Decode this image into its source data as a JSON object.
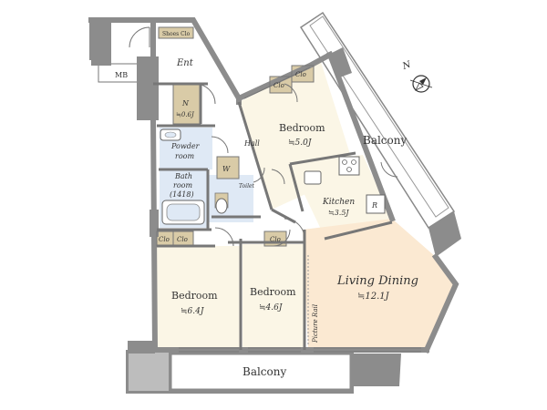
{
  "colors": {
    "wall": "#8c8c8c",
    "wall_outline": "#6f6f6f",
    "floor_room": "#fbf6e6",
    "floor_living": "#fbe9d2",
    "floor_wet": "#dfe9f5",
    "storage": "#d9cba7",
    "balcony_fill": "#ffffff",
    "line": "#666666"
  },
  "rooms": {
    "shoes_closet": "Shoes Clo",
    "entrance": "Ent",
    "meter_box": "MB",
    "storage_n": {
      "name": "N",
      "size": "≒0.6J"
    },
    "powder_room": [
      "Powder",
      "room"
    ],
    "bath_room": [
      "Bath",
      "room",
      "(1418)"
    ],
    "washer": "W",
    "toilet": "Toilet",
    "hall": "Hall",
    "closet": "Clo",
    "refrigerator": "R",
    "picture_rail": "Picture Rail",
    "bedroom_ne": {
      "name": "Bedroom",
      "size": "≒5.0J"
    },
    "kitchen": {
      "name": "Kitchen",
      "size": "≒3.5J"
    },
    "living_dining": {
      "name": "Living Dining",
      "size": "≒12.1J"
    },
    "bedroom_sw": {
      "name": "Bedroom",
      "size": "≒6.4J"
    },
    "bedroom_s": {
      "name": "Bedroom",
      "size": "≒4.6J"
    },
    "balcony_east": "Balcony",
    "balcony_south": "Balcony"
  },
  "compass": {
    "label": "N"
  }
}
